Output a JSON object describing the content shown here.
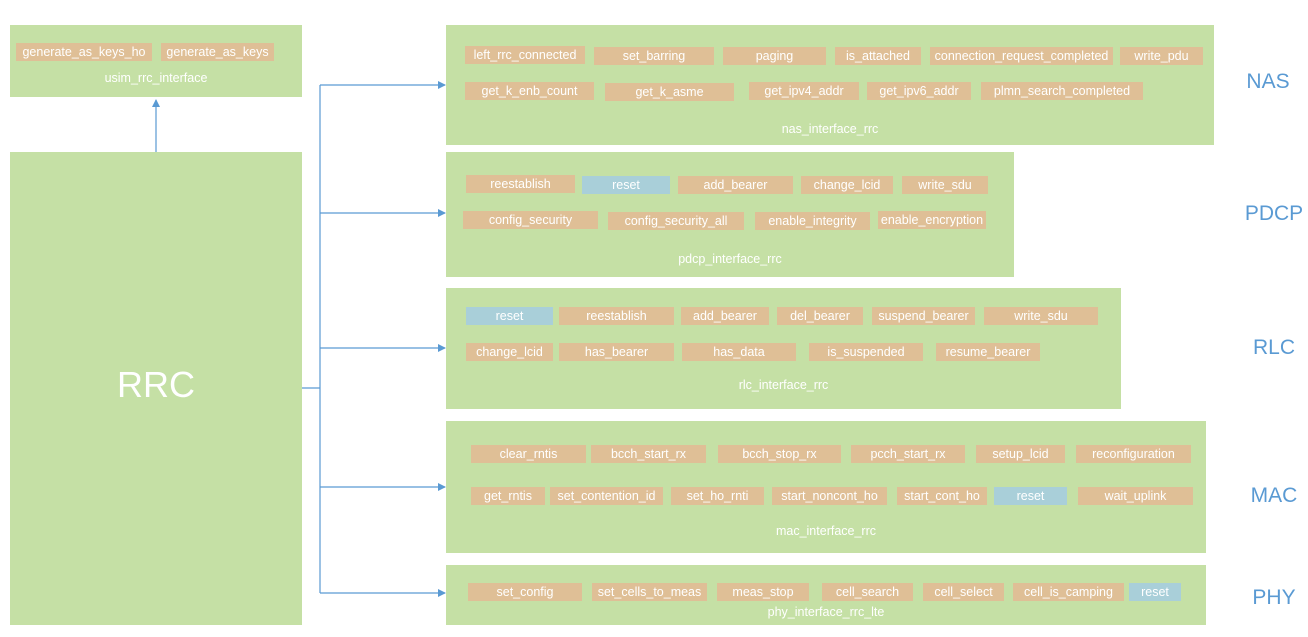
{
  "colors": {
    "box": "#c5e0a5",
    "method": "#dfbf96",
    "method_highlight": "#a9cfd9",
    "connector": "#5a9ad3",
    "layer_label": "#5a9ad3",
    "text": "#ffffff"
  },
  "rrc": {
    "label": "RRC"
  },
  "usim": {
    "name": "usim_rrc_interface",
    "methods": [
      {
        "label": "generate_as_keys_ho",
        "highlight": false
      },
      {
        "label": "generate_as_keys",
        "highlight": false
      }
    ]
  },
  "nas": {
    "layer": "NAS",
    "name": "nas_interface_rrc",
    "methods": [
      {
        "label": "left_rrc_connected",
        "highlight": false
      },
      {
        "label": "set_barring",
        "highlight": false
      },
      {
        "label": "paging",
        "highlight": false
      },
      {
        "label": "is_attached",
        "highlight": false
      },
      {
        "label": "connection_request_completed",
        "highlight": false
      },
      {
        "label": "write_pdu",
        "highlight": false
      },
      {
        "label": "get_k_enb_count",
        "highlight": false
      },
      {
        "label": "get_k_asme",
        "highlight": false
      },
      {
        "label": "get_ipv4_addr",
        "highlight": false
      },
      {
        "label": "get_ipv6_addr",
        "highlight": false
      },
      {
        "label": "plmn_search_completed",
        "highlight": false
      }
    ]
  },
  "pdcp": {
    "layer": "PDCP",
    "name": "pdcp_interface_rrc",
    "methods": [
      {
        "label": "reestablish",
        "highlight": false
      },
      {
        "label": "reset",
        "highlight": true
      },
      {
        "label": "add_bearer",
        "highlight": false
      },
      {
        "label": "change_lcid",
        "highlight": false
      },
      {
        "label": "write_sdu",
        "highlight": false
      },
      {
        "label": "config_security",
        "highlight": false
      },
      {
        "label": "config_security_all",
        "highlight": false
      },
      {
        "label": "enable_integrity",
        "highlight": false
      },
      {
        "label": "enable_encryption",
        "highlight": false
      }
    ]
  },
  "rlc": {
    "layer": "RLC",
    "name": "rlc_interface_rrc",
    "methods": [
      {
        "label": "reset",
        "highlight": true
      },
      {
        "label": "reestablish",
        "highlight": false
      },
      {
        "label": "add_bearer",
        "highlight": false
      },
      {
        "label": "del_bearer",
        "highlight": false
      },
      {
        "label": "suspend_bearer",
        "highlight": false
      },
      {
        "label": "write_sdu",
        "highlight": false
      },
      {
        "label": "change_lcid",
        "highlight": false
      },
      {
        "label": "has_bearer",
        "highlight": false
      },
      {
        "label": "has_data",
        "highlight": false
      },
      {
        "label": "is_suspended",
        "highlight": false
      },
      {
        "label": "resume_bearer",
        "highlight": false
      }
    ]
  },
  "mac": {
    "layer": "MAC",
    "name": "mac_interface_rrc",
    "methods": [
      {
        "label": "clear_rntis",
        "highlight": false
      },
      {
        "label": "bcch_start_rx",
        "highlight": false
      },
      {
        "label": "bcch_stop_rx",
        "highlight": false
      },
      {
        "label": "pcch_start_rx",
        "highlight": false
      },
      {
        "label": "setup_lcid",
        "highlight": false
      },
      {
        "label": "reconfiguration",
        "highlight": false
      },
      {
        "label": "get_rntis",
        "highlight": false
      },
      {
        "label": "set_contention_id",
        "highlight": false
      },
      {
        "label": "set_ho_rnti",
        "highlight": false
      },
      {
        "label": "start_noncont_ho",
        "highlight": false
      },
      {
        "label": "start_cont_ho",
        "highlight": false
      },
      {
        "label": "reset",
        "highlight": true
      },
      {
        "label": "wait_uplink",
        "highlight": false
      }
    ]
  },
  "phy": {
    "layer": "PHY",
    "name": "phy_interface_rrc_lte",
    "methods": [
      {
        "label": "set_config",
        "highlight": false
      },
      {
        "label": "set_cells_to_meas",
        "highlight": false
      },
      {
        "label": "meas_stop",
        "highlight": false
      },
      {
        "label": "cell_search",
        "highlight": false
      },
      {
        "label": "cell_select",
        "highlight": false
      },
      {
        "label": "cell_is_camping",
        "highlight": false
      },
      {
        "label": "reset",
        "highlight": true
      }
    ]
  }
}
